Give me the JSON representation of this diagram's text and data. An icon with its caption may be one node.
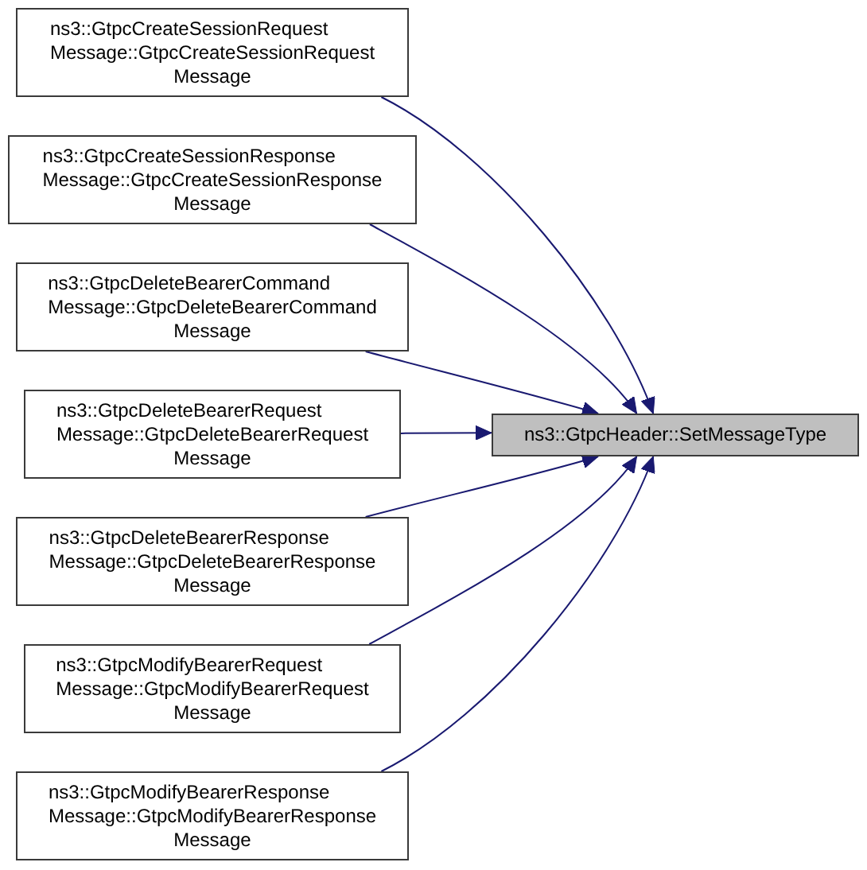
{
  "diagram": {
    "nodes": [
      {
        "text": [
          "ns3::GtpcCreateSessionRequest Message::GtpcCreateSessionRequest Message"
        ]
      },
      {
        "text": [
          "ns3::GtpcCreateSessionResponse Message::GtpcCreateSessionResponse Message"
        ]
      },
      {
        "text": [
          "ns3::GtpcDeleteBearerCommand Message::GtpcDeleteBearerCommand Message"
        ]
      },
      {
        "text": [
          "ns3::GtpcDeleteBearerRequest Message::GtpcDeleteBearerRequest Message"
        ]
      },
      {
        "text": [
          "ns3::GtpcDeleteBearerResponse Message::GtpcDeleteBearerResponse Message"
        ]
      },
      {
        "text": [
          "ns3::GtpcModifyBearerRequest Message::GtpcModifyBearerRequest Message"
        ]
      },
      {
        "text": [
          "ns3::GtpcModifyBearerResponse Message::GtpcModifyBearerResponse Message"
        ]
      },
      {
        "text": [
          "ns3::GtpcHeader::SetMessageType"
        ]
      }
    ],
    "edges": [
      {
        "from": 0,
        "to": 7,
        "arrow": "to"
      },
      {
        "from": 1,
        "to": 7,
        "arrow": "to"
      },
      {
        "from": 2,
        "to": 7,
        "arrow": "to"
      },
      {
        "from": 3,
        "to": 7,
        "arrow": "to"
      },
      {
        "from": 4,
        "to": 7,
        "arrow": "to"
      },
      {
        "from": 5,
        "to": 7,
        "arrow": "to"
      },
      {
        "from": 6,
        "to": 7,
        "arrow": "to"
      }
    ]
  }
}
